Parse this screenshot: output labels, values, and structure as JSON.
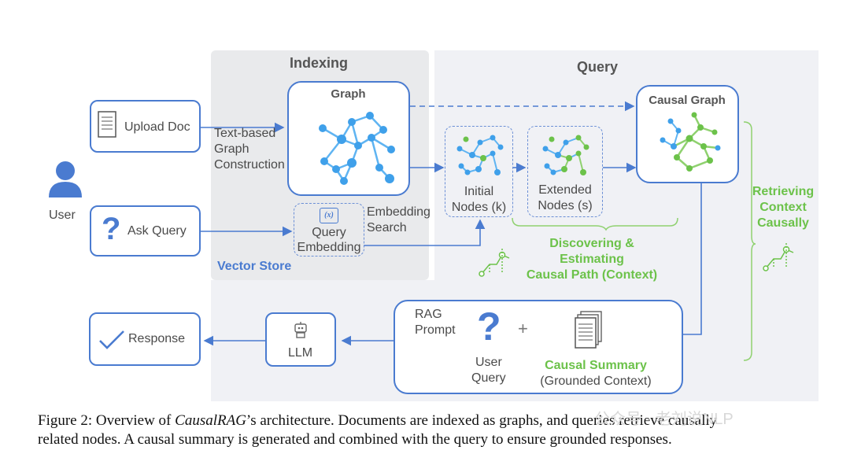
{
  "sections": {
    "indexing": "Indexing",
    "query": "Query",
    "vector_store": "Vector Store"
  },
  "user": {
    "label": "User"
  },
  "inputs": {
    "upload_doc": "Upload Doc",
    "ask_query": "Ask Query"
  },
  "indexing": {
    "text_based_line1": "Text-based",
    "text_based_line2": "Graph",
    "text_based_line3": "Construction",
    "graph_title": "Graph",
    "embedding_line1": "Embedding",
    "embedding_line2": "Search",
    "query_emb_line1": "Query",
    "query_emb_line2": "Embedding",
    "x_symbol": "(x)"
  },
  "query": {
    "initial_line1": "Initial",
    "initial_line2": "Nodes (k)",
    "extended_line1": "Extended",
    "extended_line2": "Nodes (s)",
    "causal_graph": "Causal Graph",
    "discovering_line1": "Discovering &",
    "discovering_line2": "Estimating",
    "discovering_line3": "Causal Path (Context)",
    "retrieving_line1": "Retrieving",
    "retrieving_line2": "Context",
    "retrieving_line3": "Causally"
  },
  "rag": {
    "prompt_line1": "RAG",
    "prompt_line2": "Prompt",
    "plus": "+",
    "user_query_line1": "User",
    "user_query_line2": "Query",
    "summary_line1": "Causal Summary",
    "summary_line2": "(Grounded Context)"
  },
  "llm": {
    "label": "LLM"
  },
  "response": {
    "label": "Response"
  },
  "caption": {
    "prefix": "Figure 2: Overview of ",
    "name": "CausalRAG",
    "rest1": "’s architecture. Documents are indexed as graphs, and queries retrieve causally",
    "line2": "related nodes. A causal summary is generated and combined with the query to ensure grounded responses."
  },
  "watermark": "公众号 · 老刘说NLP",
  "colors": {
    "blue": "#4a7bd0",
    "node_blue": "#3fa0ea",
    "green": "#6cc24a",
    "panel": "#e9eaec"
  }
}
